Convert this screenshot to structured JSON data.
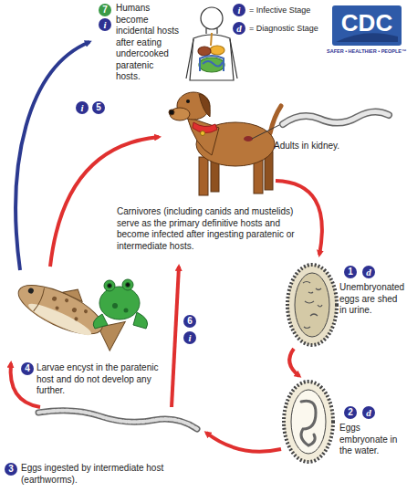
{
  "diagram": {
    "labels": [
      "7",
      "i",
      "Humans become incidental hosts after eating undercooked paratenic hosts.",
      "i",
      "d",
      "CDC",
      "SAFER • HEALTHIER • PEOPLE™",
      "Adults in kidney.",
      "i",
      "5",
      "Carnivores (including canids and mustelids) serve as the primary definitive hosts and become infected after ingesting paratenic or intermediate hosts.",
      "1",
      "d",
      "Unembryonated eggs are shed in urine.",
      "4",
      "Larvae encyst in the paratenic host and do not develop any further.",
      "6",
      "i",
      "2",
      "d",
      "Eggs embryonate in the water.",
      "3",
      "Eggs ingested by intermediate host (earthworms)."
    ],
    "legend": [
      {
        "text": "= Infective Stage"
      },
      {
        "text": "= Diagnostic Stage"
      }
    ]
  }
}
